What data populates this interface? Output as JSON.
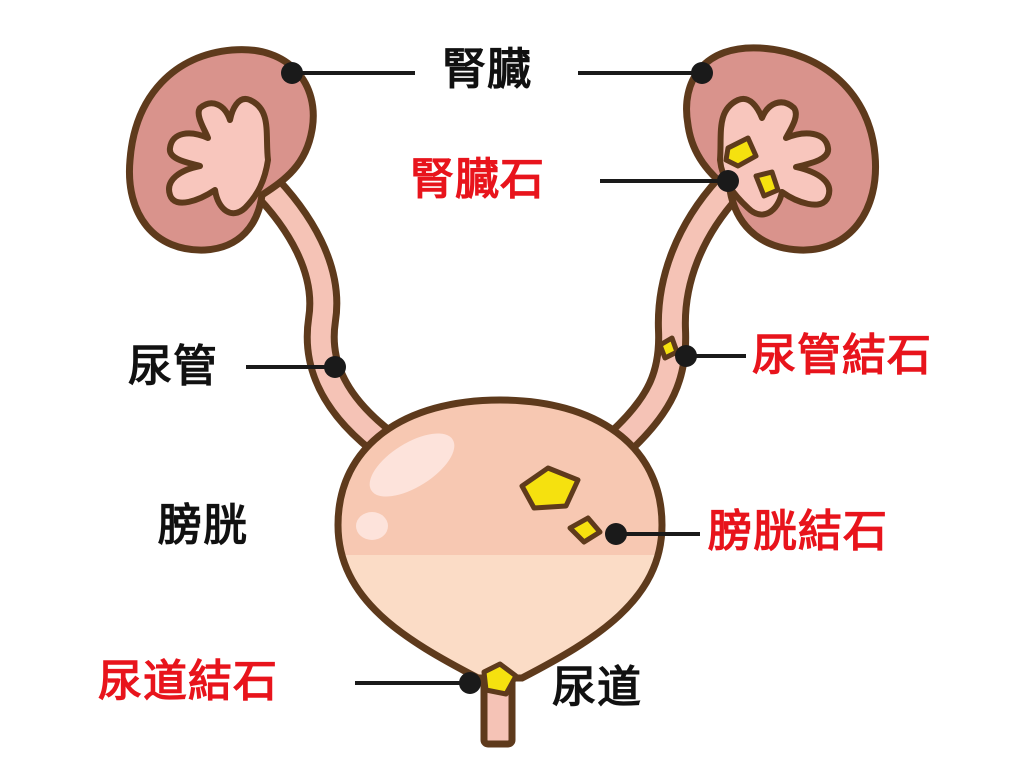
{
  "colors": {
    "outline": "#5e3a1c",
    "kidney_outer": "#d9938c",
    "kidney_inner": "#f8c6bd",
    "ureter": "#f5c3b6",
    "bladder_top": "#f7c8b2",
    "bladder_bottom": "#fbdcc6",
    "highlight": "#fde6df",
    "stone": "#f5e10f",
    "leader": "#1a1a1a",
    "anatomy_text": "#111111",
    "stone_text": "#e8141c"
  },
  "labels": {
    "kidney": "腎臓",
    "kidney_stone": "腎臓石",
    "ureter": "尿管",
    "ureter_stone": "尿管結石",
    "bladder": "膀胱",
    "bladder_stone": "膀胱結石",
    "urethra": "尿道",
    "urethra_stone": "尿道結石"
  }
}
